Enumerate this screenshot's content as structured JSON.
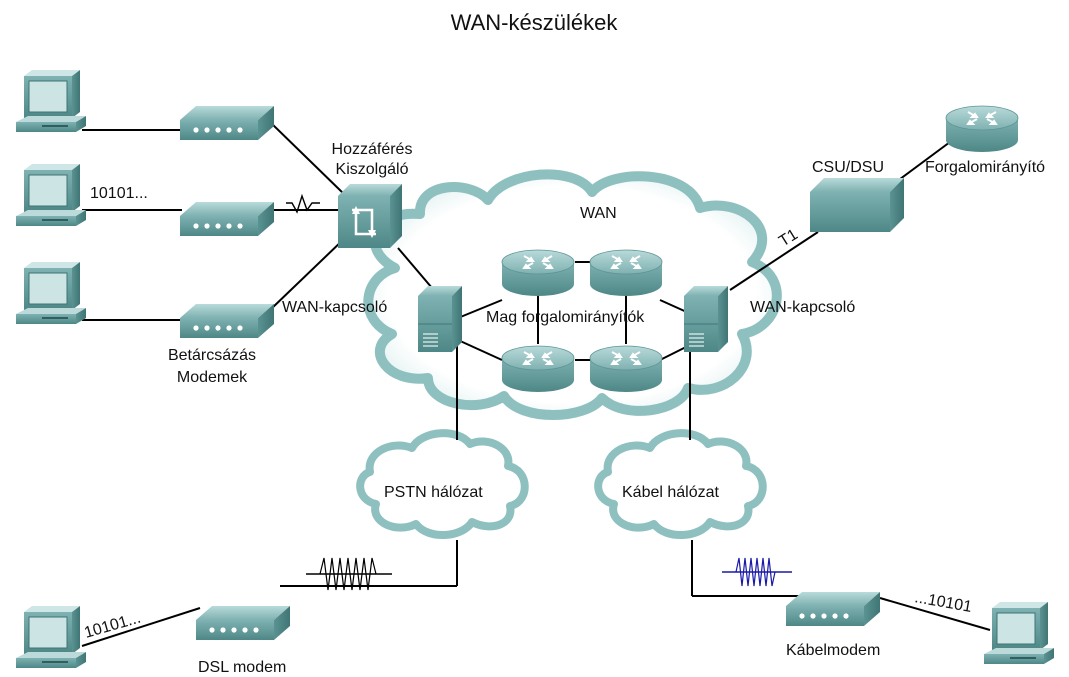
{
  "title": "WAN-készülékek",
  "labels": {
    "access_server": [
      "Hozzáférés",
      "Kiszolgáló"
    ],
    "dialup_modems": [
      "Betárcsázás",
      "Modemek"
    ],
    "wan_switch_left": "WAN-kapcsoló",
    "wan_switch_right": "WAN-kapcsoló",
    "core_routers": "Mag forgalomirányítók",
    "wan_cloud": "WAN",
    "csu_dsu": "CSU/DSU",
    "router": "Forgalomirányító",
    "t1": "T1",
    "pstn": "PSTN hálózat",
    "cable_network": "Kábel hálózat",
    "dsl_modem": "DSL modem",
    "cable_modem": "Kábelmodem",
    "bits_top": "10101...",
    "bits_dsl": "10101...",
    "bits_cable": "...10101"
  },
  "colors": {
    "device_teal": "#5f9a9a",
    "cloud_edge": "#8fc0c0",
    "cable_signal": "#1a1aa8",
    "dsl_signal": "#000000"
  },
  "icons": [
    "computer-icon",
    "modem-icon",
    "access-server-icon",
    "wan-switch-icon",
    "router-icon",
    "csu-dsu-icon",
    "cloud-icon"
  ]
}
